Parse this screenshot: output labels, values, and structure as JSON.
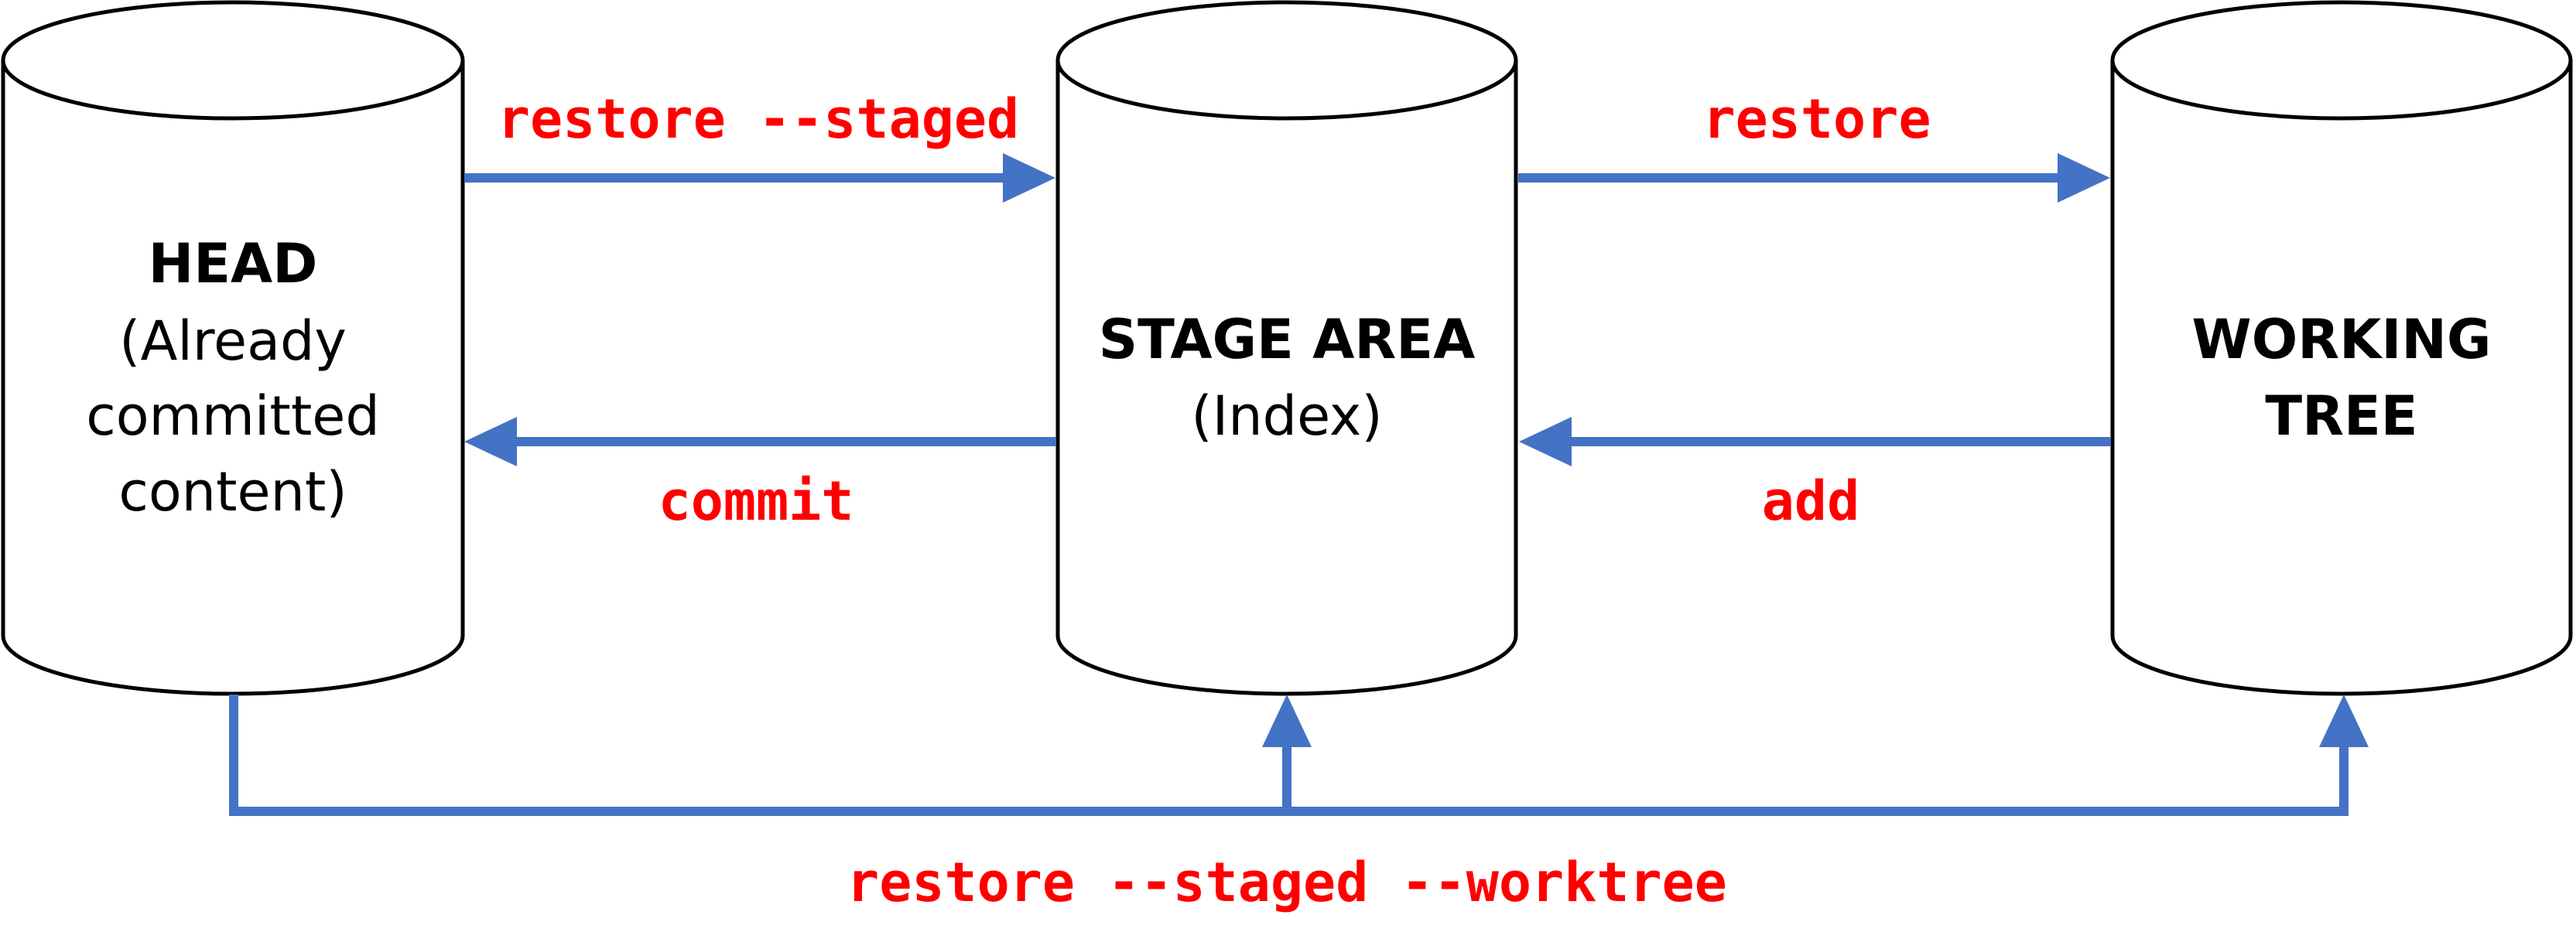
{
  "diagram": {
    "stores": {
      "head": {
        "title": "HEAD",
        "subtitle_lines": [
          "(Already",
          "committed",
          "content)"
        ]
      },
      "stage": {
        "title": "STAGE AREA",
        "subtitle_lines": [
          "(Index)"
        ]
      },
      "worktree": {
        "title_lines": [
          "WORKING",
          "TREE"
        ]
      }
    },
    "commands": {
      "restore_staged": "restore --staged",
      "restore": "restore",
      "commit": "commit",
      "add": "add",
      "restore_staged_worktree": "restore --staged --worktree"
    },
    "colors": {
      "arrow": "#4472C4",
      "command_text": "#FF0000",
      "outline": "#000000"
    }
  }
}
